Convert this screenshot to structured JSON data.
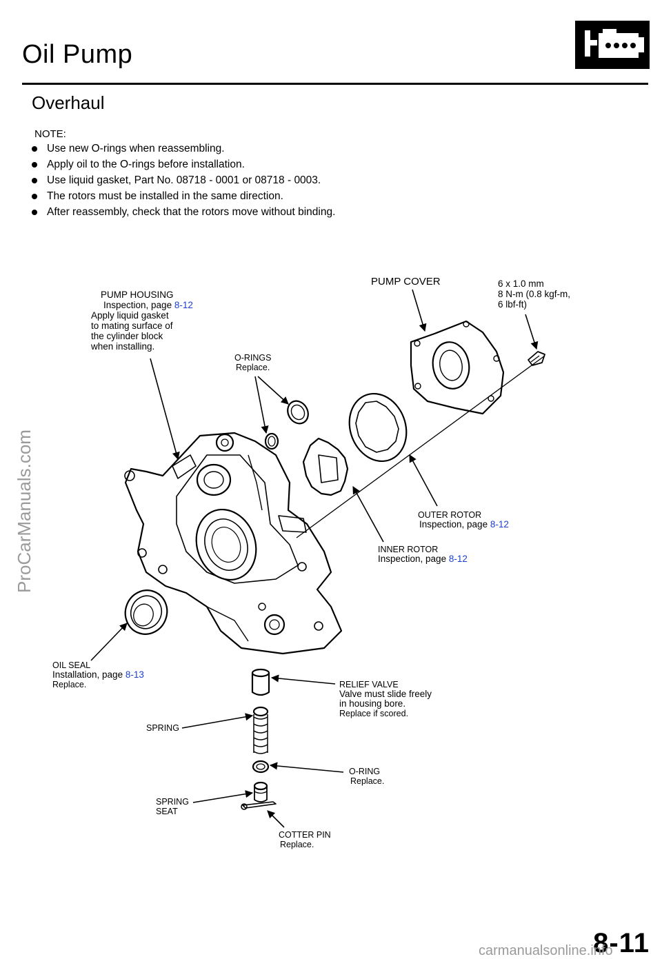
{
  "header": {
    "title": "Oil Pump",
    "subtitle": "Overhaul",
    "badge_icon": "engine-icon"
  },
  "notes": {
    "label": "NOTE:",
    "items": [
      "Use new O-rings when reassembling.",
      "Apply oil to the O-rings before installation.",
      "Use liquid gasket, Part No. 08718 - 0001 or 08718 - 0003.",
      "The rotors must be installed in the same direction.",
      "After reassembly, check that the rotors move without binding."
    ]
  },
  "labels": {
    "pump_housing": {
      "name": "PUMP HOUSING",
      "ref_prefix": "Inspection, page ",
      "ref_page": "8-12",
      "line1": "Apply liquid gasket",
      "line2": "to mating surface of",
      "line3": "the cylinder block",
      "line4": "when installing."
    },
    "pump_cover": {
      "name": "PUMP COVER"
    },
    "bolt": {
      "line1": "6 x 1.0 mm",
      "line2": "8 N-m (0.8 kgf-m,",
      "line3": "6 lbf-ft)"
    },
    "o_rings": {
      "name": "O-RINGS",
      "note": "Replace."
    },
    "outer_rotor": {
      "name": "OUTER ROTOR",
      "ref_prefix": "Inspection, page ",
      "ref_page": "8-12"
    },
    "inner_rotor": {
      "name": "INNER ROTOR",
      "ref_prefix": "Inspection, page ",
      "ref_page": "8-12"
    },
    "oil_seal": {
      "name": "OIL SEAL",
      "ref_prefix": "Installation, page ",
      "ref_page": "8-13",
      "note": "Replace."
    },
    "relief_valve": {
      "name": "RELIEF VALVE",
      "line1": "Valve must slide freely",
      "line2": "in housing bore.",
      "line3": "Replace if scored."
    },
    "spring": {
      "name": "SPRING"
    },
    "o_ring": {
      "name": "O-RING",
      "note": "Replace."
    },
    "spring_seat": {
      "line1": "SPRING",
      "line2": "SEAT"
    },
    "cotter_pin": {
      "name": "COTTER PIN",
      "note": "Replace."
    }
  },
  "footer": {
    "page_number": "8-11",
    "side_watermark": "ProCarManuals.com",
    "bottom_watermark": "carmanualsonline.info"
  }
}
